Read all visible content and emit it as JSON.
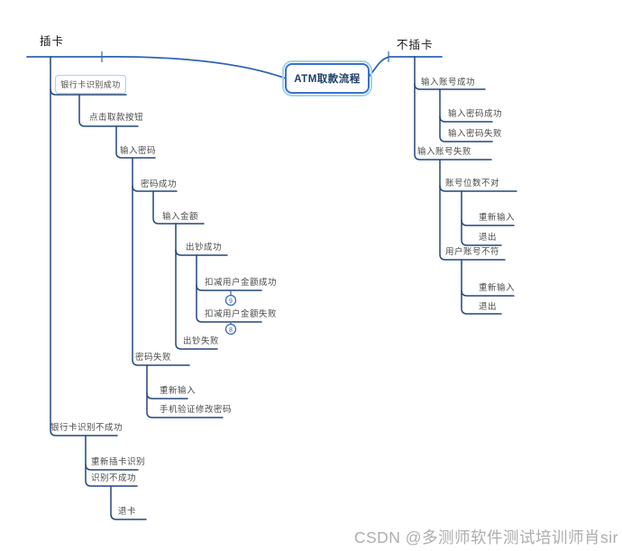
{
  "root": {
    "label": "ATM取款流程"
  },
  "branches": {
    "insert_card": "插卡",
    "no_card": "不插卡"
  },
  "left": {
    "card_ok": "银行卡识别成功",
    "click_withdraw": "点击取款按钮",
    "enter_password": "输入密码",
    "password_ok": "密码成功",
    "enter_amount": "输入金额",
    "dispense_ok": "出钞成功",
    "deduct_ok": "扣减用户金额成功",
    "deduct_fail": "扣减用户金额失败",
    "dispense_fail": "出钞失败",
    "password_fail": "密码失败",
    "reenter": "重新输入",
    "phone_verify": "手机验证修改密码",
    "card_fail": "银行卡识别不成功",
    "reinsert": "重新插卡识别",
    "recognize_fail": "识别不成功",
    "eject_card": "退卡"
  },
  "right": {
    "account_ok": "输入账号成功",
    "acct_password_ok": "输入密码成功",
    "acct_password_fail": "输入密码失败",
    "account_fail": "输入账号失败",
    "digits_wrong": "账号位数不对",
    "digits_reenter": "重新输入",
    "digits_exit": "退出",
    "mismatch": "用户账号不符",
    "mismatch_reenter": "重新输入",
    "mismatch_exit": "退出"
  },
  "badges": {
    "deduct_ok_count": "9",
    "deduct_fail_count": "8"
  },
  "watermark": "CSDN @多测师软件测试培训师肖sir",
  "colors": {
    "branch_line": "#24477c",
    "main_line": "#2e63b5",
    "highlight": "#9fd6f2",
    "root_border": "#3a6fd0"
  }
}
